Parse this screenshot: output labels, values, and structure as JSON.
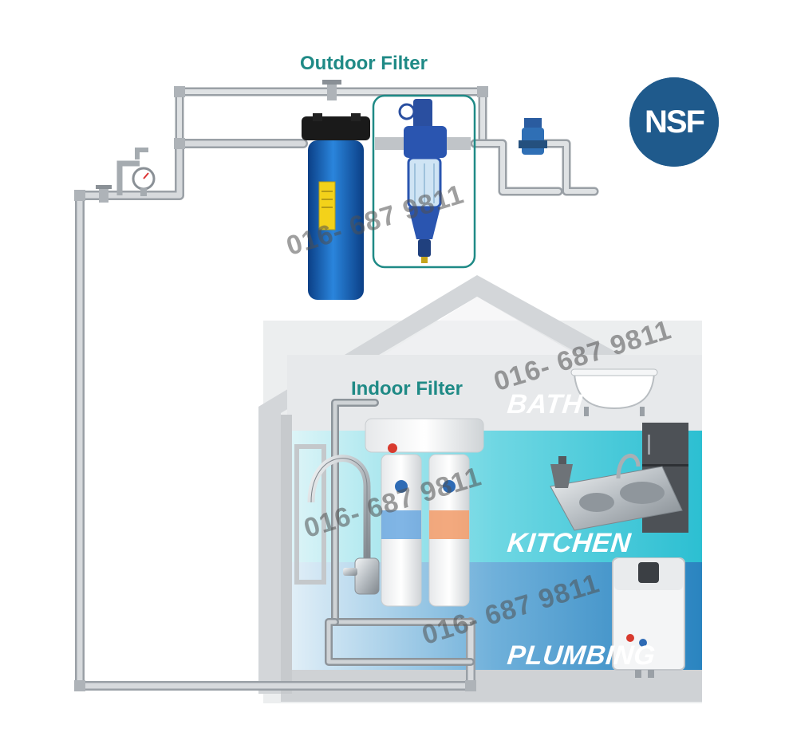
{
  "labels": {
    "outdoor_filter": "Outdoor Filter",
    "indoor_filter": "Indoor Filter"
  },
  "rooms": {
    "bath": "BATH",
    "kitchen": "KITCHEN",
    "plumbing": "PLUMBING"
  },
  "badge": {
    "text": "NSF"
  },
  "watermark": "016- 687 9811",
  "colors": {
    "title": "#1f8a86",
    "pipe": "#c8ccd0",
    "house": "#d9dcdf",
    "kitchen_band": "#34c6d6",
    "plumbing_band": "#2e8fc4",
    "filter_blue": "#1f6fc0",
    "badge": "#1f5a8c"
  },
  "icons": {
    "big_blue_housing": "jumbo-filter-icon",
    "spin_down_filter": "spin-down-filter-icon",
    "pressure_gauge": "pressure-gauge-icon",
    "valve": "valve-icon",
    "indoor_cartridges": "twin-cartridge-filter-icon",
    "faucet": "faucet-icon",
    "bathtub": "bathtub-icon",
    "kitchen_sink": "kitchen-sink-icon",
    "water_heater": "water-heater-icon"
  }
}
